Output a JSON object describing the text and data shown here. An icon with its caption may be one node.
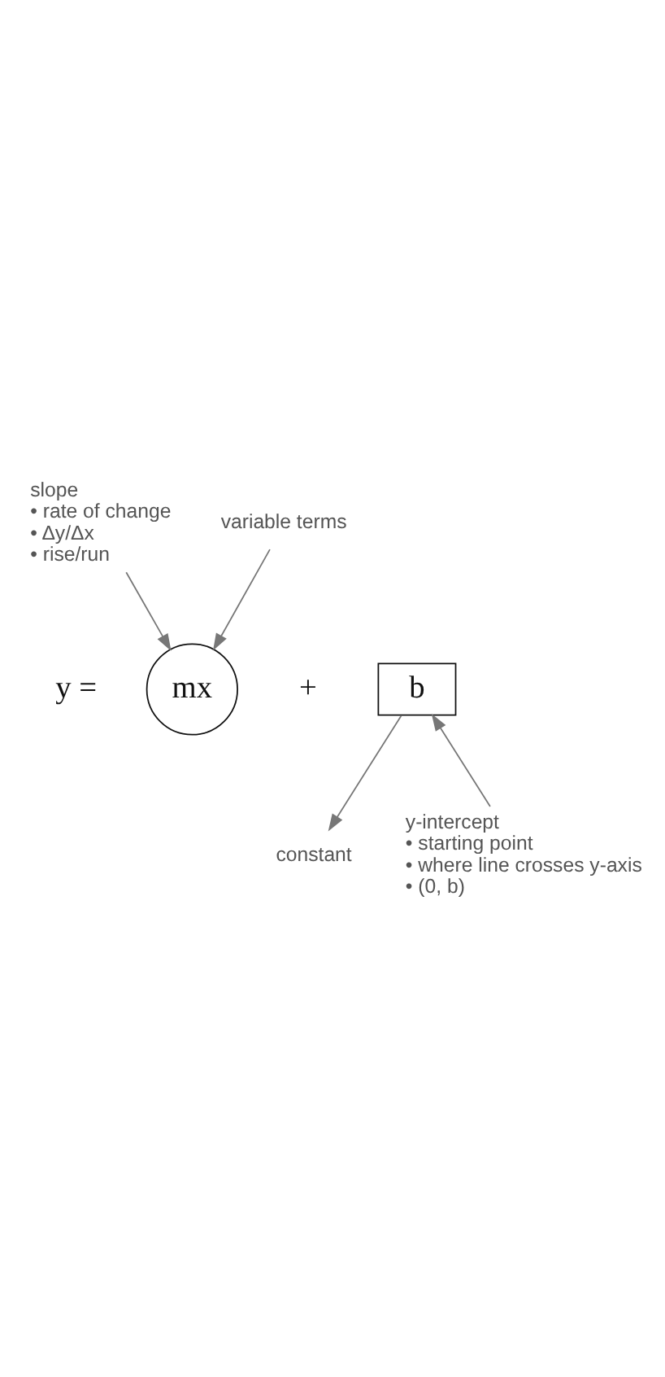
{
  "diagram": {
    "nodes": [
      {
        "text": [
          "mx"
        ]
      },
      {
        "text": [
          "b"
        ]
      },
      {
        "text": [
          "slope",
          "• rate of change",
          "• Δy/Δx",
          "• rise/run"
        ]
      },
      {
        "text": [
          "variable terms"
        ]
      },
      {
        "text": [
          "constant"
        ]
      },
      {
        "text": [
          "y-intercept",
          "• starting point",
          "• where line crosses y-axis",
          "• (0, b)"
        ]
      }
    ],
    "edges": [
      {
        "from": 2,
        "to": 0,
        "arrow": "to"
      },
      {
        "from": 3,
        "to": 0,
        "arrow": "to"
      },
      {
        "from": 1,
        "to": 4,
        "arrow": "to"
      },
      {
        "from": 5,
        "to": 1,
        "arrow": "to"
      }
    ],
    "labels": [
      "y =",
      "+"
    ]
  }
}
